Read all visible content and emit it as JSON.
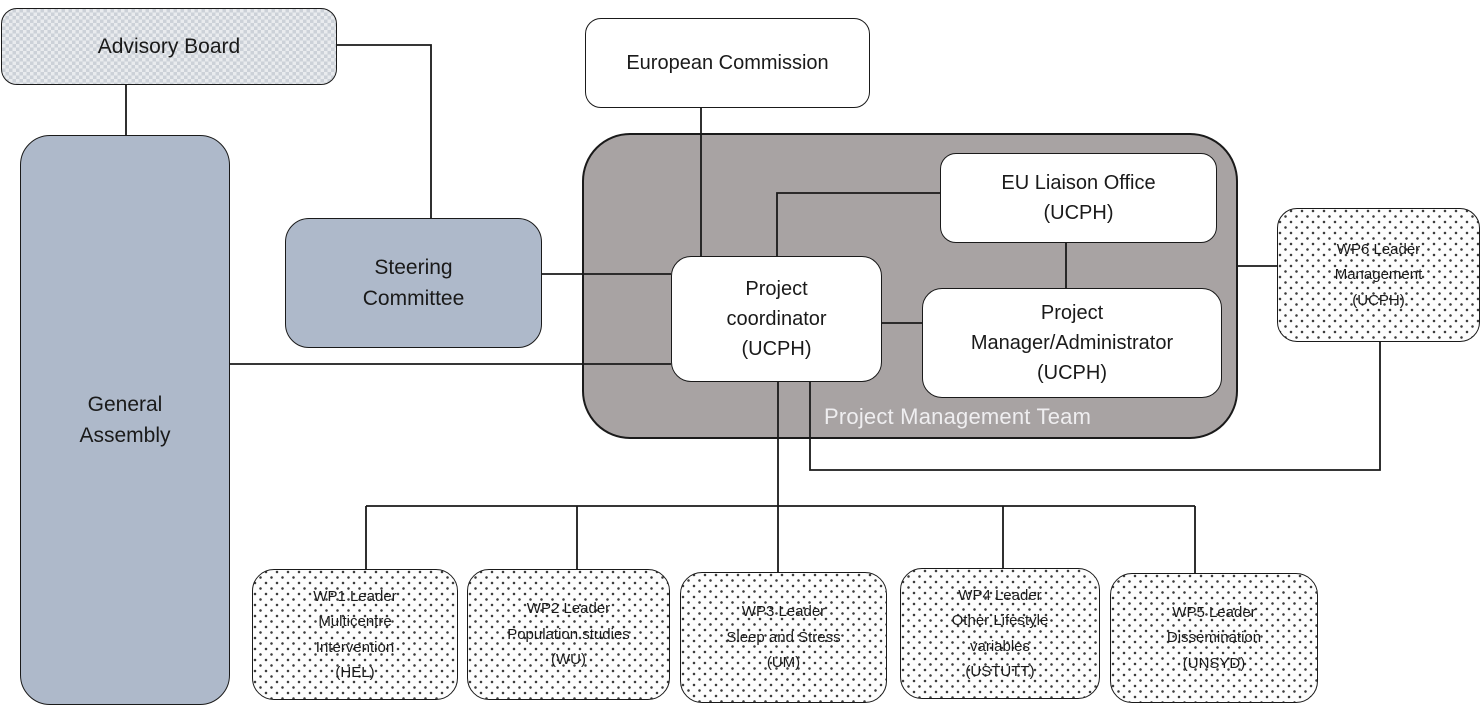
{
  "colors": {
    "box_fill_white": "#ffffff",
    "node_fill_blue_gray": "#aeb9ca",
    "container_fill_gray": "#a8a3a3",
    "advisory_texture_gray": "#d8dce1",
    "border_black": "#1a1a1a",
    "pmt_label_text": "#efeef0",
    "node_text": "#1a1a1a"
  },
  "nodes": {
    "advisory_board": {
      "label": "Advisory Board"
    },
    "european_commission": {
      "label": "European Commission"
    },
    "general_assembly": {
      "label": "General\nAssembly"
    },
    "steering_committee": {
      "label": "Steering\nCommittee"
    },
    "project_management_team": {
      "label": "Project Management Team"
    },
    "eu_liaison_office": {
      "label": "EU Liaison Office\n(UCPH)"
    },
    "project_coordinator": {
      "label": "Project\ncoordinator\n(UCPH)"
    },
    "project_manager": {
      "label": "Project\nManager/Administrator\n(UCPH)"
    },
    "wp6": {
      "label": "WP6 Leader\nManagement\n(UCPH)"
    },
    "wp1": {
      "label": "WP1 Leader\nMulticentre\nIntervention\n(HEL)"
    },
    "wp2": {
      "label": "WP2 Leader\nPopulation studies\n(WU)"
    },
    "wp3": {
      "label": "WP3 Leader\nSleep and Stress\n(UM)"
    },
    "wp4": {
      "label": "WP4 Leader\nOther Lifestyle\nvariables\n(USTUTT)"
    },
    "wp5": {
      "label": "WP5 Leader\nDissemination\n(UNSYD)"
    }
  }
}
